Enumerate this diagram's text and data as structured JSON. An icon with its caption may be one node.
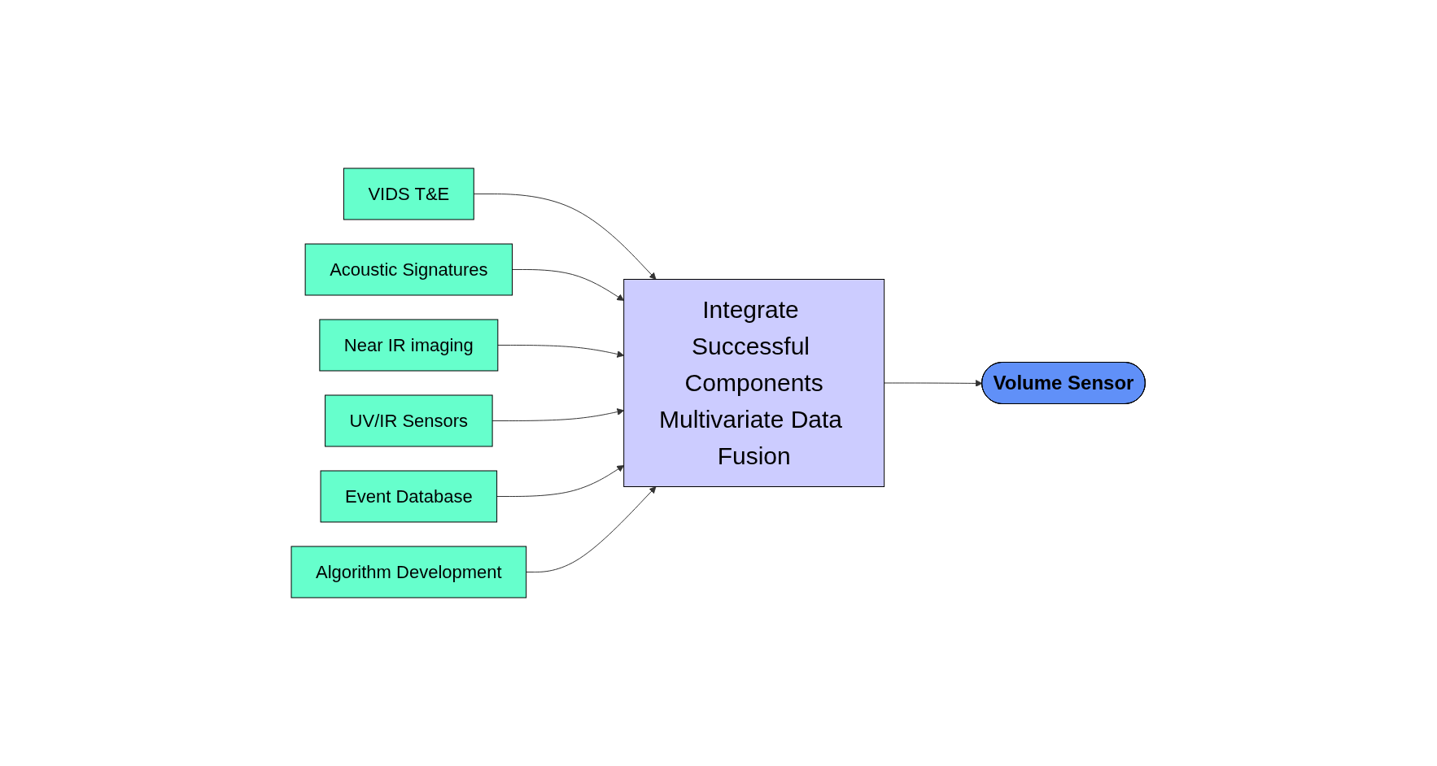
{
  "diagram": {
    "nodes": [
      {
        "text": [
          "VIDS T&E"
        ]
      },
      {
        "text": [
          "Acoustic Signatures"
        ]
      },
      {
        "text": [
          "Near IR imaging"
        ]
      },
      {
        "text": [
          "UV/IR Sensors"
        ]
      },
      {
        "text": [
          "Event Database"
        ]
      },
      {
        "text": [
          "Algorithm Development"
        ]
      },
      {
        "text": [
          "Integrate Successful Components",
          "Multivariate Data Fusion"
        ]
      },
      {
        "text": [
          "Volume Sensor"
        ]
      }
    ],
    "edges": [
      {
        "from": 0,
        "to": 6,
        "arrow": "to"
      },
      {
        "from": 1,
        "to": 6,
        "arrow": "to"
      },
      {
        "from": 2,
        "to": 6,
        "arrow": "to"
      },
      {
        "from": 3,
        "to": 6,
        "arrow": "to"
      },
      {
        "from": 4,
        "to": 6,
        "arrow": "to"
      },
      {
        "from": 5,
        "to": 6,
        "arrow": "to"
      },
      {
        "from": 6,
        "to": 7,
        "arrow": "to"
      }
    ]
  }
}
